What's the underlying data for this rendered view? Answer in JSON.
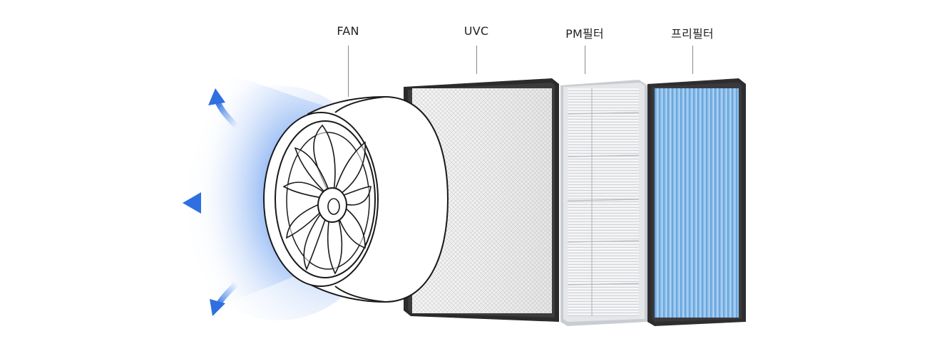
{
  "labels": {
    "fan": "FAN",
    "uvc": "UVC",
    "pm_filter": "PM필터",
    "pre_filter": "프리필터"
  },
  "colors": {
    "airflow": "#3f7fe8",
    "airflow_light": "#cfe0fb",
    "frame_dark": "#2b2b2b",
    "pm_frame": "#c9ccd1",
    "pre_filter_blue": "#7db4e6",
    "leader_line": "#8a8a8a"
  },
  "icons": {
    "airflow_arrows": "arrow-icon",
    "fan": "fan-icon"
  }
}
